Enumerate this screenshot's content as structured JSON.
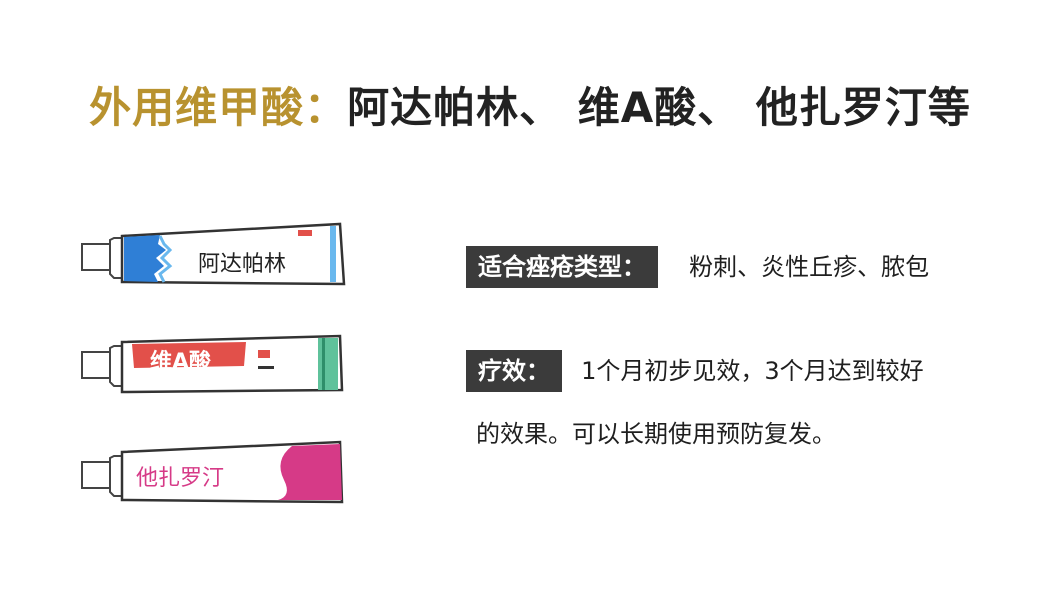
{
  "title": {
    "highlight": "外用维甲酸：",
    "rest": "阿达帕林、 维A酸、 他扎罗汀等"
  },
  "tubes": [
    {
      "label": "阿达帕林",
      "accent": "#2f7fd6",
      "cap_color": "#69b8ee"
    },
    {
      "label": "维A酸",
      "accent": "#e2504a",
      "cap_color": "#5fc29b"
    },
    {
      "label": "他扎罗汀",
      "accent": "#d63a87",
      "cap_color": "#d63a87"
    }
  ],
  "info": {
    "type_tag": "适合痤疮类型：",
    "type_text": "粉刺、炎性丘疹、脓包",
    "effect_tag": "疗效：",
    "effect_line1": "1个月初步见效，3个月达到较好",
    "effect_line2": "的效果。可以长期使用预防复发。"
  },
  "colors": {
    "title_highlight": "#b8922f",
    "tag_background": "#3b3b3b"
  }
}
